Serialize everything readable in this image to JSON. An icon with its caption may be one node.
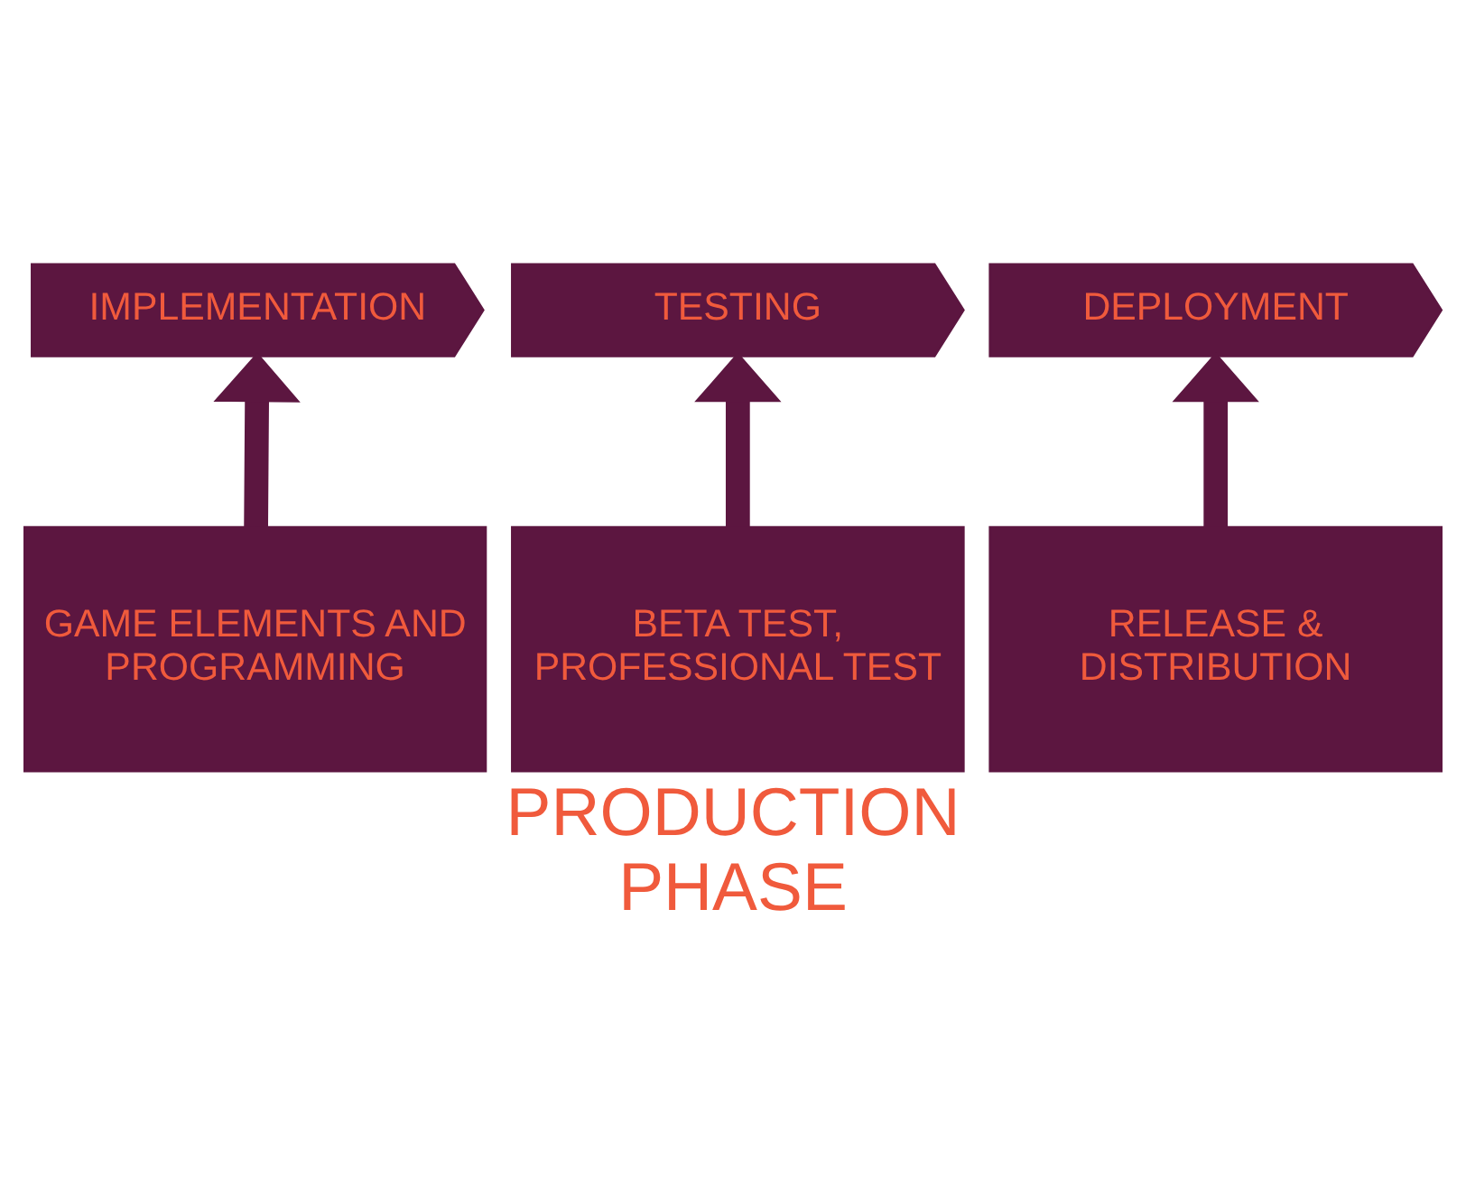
{
  "diagram": {
    "caption": "PRODUCTION PHASE",
    "nodes": [
      {
        "text": [
          "IMPLEMENTATION"
        ]
      },
      {
        "text": [
          "TESTING"
        ]
      },
      {
        "text": [
          "DEPLOYMENT"
        ]
      },
      {
        "text": [
          "GAME ELEMENTS AND PROGRAMMING"
        ]
      },
      {
        "text": [
          "BETA TEST, PROFESSIONAL TEST"
        ]
      },
      {
        "text": [
          "RELEASE & DISTRIBUTION"
        ]
      }
    ],
    "edges": [
      {
        "from": 3,
        "to": 0,
        "arrow": "to"
      },
      {
        "from": 4,
        "to": 1,
        "arrow": "to"
      },
      {
        "from": 5,
        "to": 2,
        "arrow": "to"
      }
    ]
  }
}
